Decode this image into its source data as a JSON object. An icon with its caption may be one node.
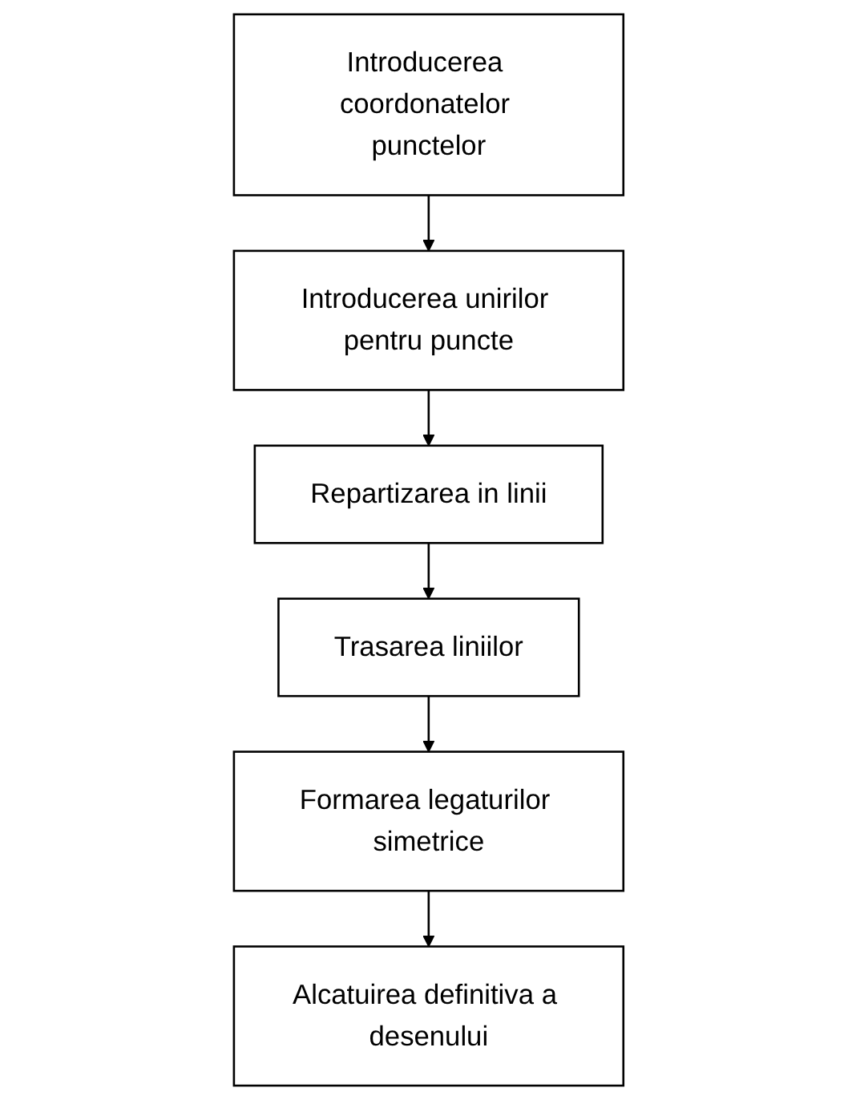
{
  "diagram": {
    "nodes": [
      {
        "text": [
          "Introducerea coordonatelor punctelor"
        ]
      },
      {
        "text": [
          "Introducerea unirilor pentru puncte"
        ]
      },
      {
        "text": [
          "Repartizarea in linii"
        ]
      },
      {
        "text": [
          "Trasarea liniilor"
        ]
      },
      {
        "text": [
          "Formarea legaturilor simetrice"
        ]
      },
      {
        "text": [
          "Alcatuirea definitiva a desenului"
        ]
      }
    ],
    "edges": [
      {
        "from": 0,
        "to": 1,
        "arrow": "to"
      },
      {
        "from": 1,
        "to": 2,
        "arrow": "to"
      },
      {
        "from": 2,
        "to": 3,
        "arrow": "to"
      },
      {
        "from": 3,
        "to": 4,
        "arrow": "to"
      },
      {
        "from": 4,
        "to": 5,
        "arrow": "to"
      }
    ]
  }
}
